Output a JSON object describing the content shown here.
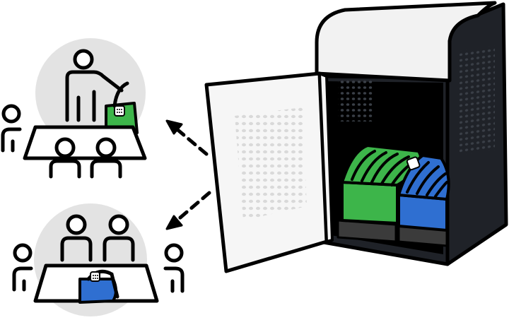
{
  "illustration": {
    "colors": {
      "outline": "#000000",
      "cabinet_dark": "#1f2228",
      "cabinet_top": "#f2f2f2",
      "door": "#f6f6f6",
      "door_dots": "#d9d9d9",
      "vent_dots": "#3a3f47",
      "circle_bg": "#e3e3e3",
      "bag_green": "#3db54a",
      "bag_blue": "#2f6fd1",
      "tray_dark": "#3b3b3b",
      "white": "#ffffff"
    },
    "elements": {
      "cabinet": "charging-cabinet",
      "scene_top": "presenter-with-green-bag-at-table",
      "scene_bottom": "meeting-table-with-blue-bag",
      "arrows": "dashed-arrows-from-cabinet-to-scenes"
    }
  }
}
